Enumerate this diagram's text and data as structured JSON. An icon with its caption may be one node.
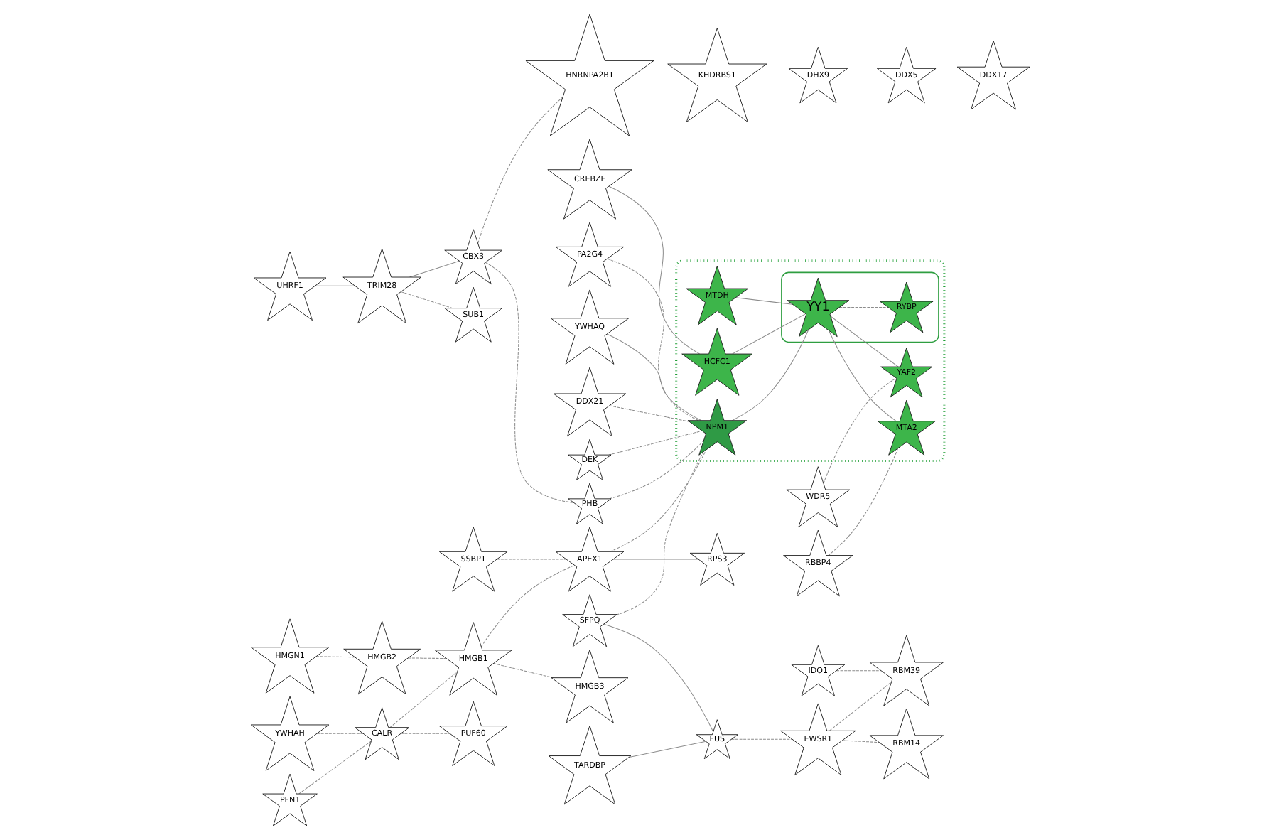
{
  "diagram": {
    "nodes": [
      {
        "text": [
          "UHRF1"
        ]
      },
      {
        "text": [
          "TRIM28"
        ]
      },
      {
        "text": [
          "SUB1"
        ]
      },
      {
        "text": [
          "KHDRBS1"
        ]
      },
      {
        "text": [
          "DHX9"
        ]
      },
      {
        "text": [
          "HMGN1"
        ]
      },
      {
        "text": [
          "HNRNPA2B1"
        ]
      },
      {
        "text": [
          "DDX5"
        ]
      },
      {
        "text": [
          "PA2G4"
        ]
      },
      {
        "text": [
          "CBX3"
        ]
      },
      {
        "text": [
          "DDX17"
        ]
      },
      {
        "text": [
          "YWHAH"
        ]
      },
      {
        "text": [
          "HMGB2"
        ]
      },
      {
        "text": [
          "YWHAQ"
        ]
      },
      {
        "text": [
          "CREBZF"
        ]
      },
      {
        "text": [
          "PFN1"
        ]
      },
      {
        "text": [
          "SSBP1"
        ]
      },
      {
        "text": [
          "PHB"
        ]
      },
      {
        "text": [],
        "shape": "polygon"
      },
      {
        "text": [
          "MTDH"
        ],
        "in": 18
      },
      {
        "text": [
          "WDR5"
        ]
      },
      {
        "text": [
          "CALR"
        ]
      },
      {
        "text": [
          "HMGB1"
        ]
      },
      {
        "text": [
          "APEX1"
        ]
      },
      {
        "text": [
          "NPM1"
        ],
        "in": 18
      },
      {
        "text": [
          "HCFC1"
        ],
        "in": 18
      },
      {
        "text": [
          "PUF60"
        ]
      },
      {
        "text": [
          "HMGB3"
        ]
      },
      {
        "text": [
          "DDX21"
        ]
      },
      {
        "text": [],
        "shape": "polygon",
        "in": 18
      },
      {
        "text": [
          "YY1"
        ],
        "in": 29
      },
      {
        "text": [
          "YAF2"
        ],
        "in": 18
      },
      {
        "text": [
          "TARDBP"
        ]
      },
      {
        "text": [
          "RPS3"
        ]
      },
      {
        "text": [
          "SFPQ"
        ]
      },
      {
        "text": [
          "FUS"
        ]
      },
      {
        "text": [
          "IDO1"
        ]
      },
      {
        "text": [
          "DEK"
        ]
      },
      {
        "text": [
          "EWSR1"
        ]
      },
      {
        "text": [
          "RBM39"
        ]
      },
      {
        "text": [
          "RBM14"
        ]
      },
      {
        "text": [
          "RBBP4"
        ]
      },
      {
        "text": [
          "MTA2"
        ],
        "in": 18
      },
      {
        "text": [
          "RYBP"
        ],
        "in": 29
      }
    ],
    "edges": [
      {
        "from": 0,
        "to": 1,
        "arrow": "none"
      },
      {
        "from": 1,
        "to": 2,
        "arrow": "none",
        "style": "dashed"
      },
      {
        "from": 1,
        "to": 9,
        "arrow": "none"
      },
      {
        "from": 3,
        "to": 4,
        "arrow": "none"
      },
      {
        "from": 6,
        "to": 3,
        "arrow": "none",
        "style": "dashed"
      },
      {
        "from": 4,
        "to": 7,
        "arrow": "none"
      },
      {
        "from": 5,
        "to": 12,
        "arrow": "none",
        "style": "dashed"
      },
      {
        "from": 9,
        "to": 6,
        "arrow": "none",
        "style": "dashed"
      },
      {
        "from": 7,
        "to": 10,
        "arrow": "none"
      },
      {
        "from": 8,
        "to": 24,
        "arrow": "none",
        "style": "dashed"
      },
      {
        "from": 9,
        "to": 17,
        "arrow": "none",
        "style": "dashed"
      },
      {
        "from": 11,
        "to": 21,
        "arrow": "none",
        "style": "dashed"
      },
      {
        "from": 12,
        "to": 22,
        "arrow": "none",
        "style": "dashed"
      },
      {
        "from": 13,
        "to": 24,
        "arrow": "none"
      },
      {
        "from": 14,
        "to": 25,
        "arrow": "none"
      },
      {
        "from": 15,
        "to": 21,
        "arrow": "none",
        "style": "dashed"
      },
      {
        "from": 16,
        "to": 23,
        "arrow": "none",
        "style": "dashed"
      },
      {
        "from": 17,
        "to": 24,
        "arrow": "none",
        "style": "dashed"
      },
      {
        "from": 19,
        "to": 30,
        "arrow": "none"
      },
      {
        "from": 20,
        "to": 31,
        "arrow": "none",
        "style": "dashed"
      },
      {
        "from": 21,
        "to": 22,
        "arrow": "none",
        "style": "dashed"
      },
      {
        "from": 21,
        "to": 26,
        "arrow": "none",
        "style": "dashed"
      },
      {
        "from": 22,
        "to": 23,
        "arrow": "none",
        "style": "dashed"
      },
      {
        "from": 22,
        "to": 27,
        "arrow": "none",
        "style": "dashed"
      },
      {
        "from": 23,
        "to": 24,
        "arrow": "none",
        "style": "dashed"
      },
      {
        "from": 23,
        "to": 33,
        "arrow": "none"
      },
      {
        "from": 24,
        "to": 30,
        "arrow": "none"
      },
      {
        "from": 25,
        "to": 30,
        "arrow": "none"
      },
      {
        "from": 28,
        "to": 24,
        "arrow": "none",
        "style": "dashed"
      },
      {
        "from": 30,
        "to": 31,
        "arrow": "none"
      },
      {
        "from": 30,
        "to": 42,
        "arrow": "none"
      },
      {
        "from": 30,
        "to": 43,
        "arrow": "none",
        "style": "dashed"
      },
      {
        "from": 32,
        "to": 35,
        "arrow": "none"
      },
      {
        "from": 34,
        "to": 24,
        "arrow": "none",
        "style": "dashed"
      },
      {
        "from": 34,
        "to": 35,
        "arrow": "none"
      },
      {
        "from": 35,
        "to": 38,
        "arrow": "none",
        "style": "dashed"
      },
      {
        "from": 36,
        "to": 39,
        "arrow": "none",
        "style": "dashed"
      },
      {
        "from": 37,
        "to": 24,
        "arrow": "none",
        "style": "dashed"
      },
      {
        "from": 38,
        "to": 39,
        "arrow": "none",
        "style": "dashed"
      },
      {
        "from": 38,
        "to": 40,
        "arrow": "none",
        "style": "dashed"
      },
      {
        "from": 41,
        "to": 42,
        "arrow": "none",
        "style": "dashed"
      }
    ]
  }
}
